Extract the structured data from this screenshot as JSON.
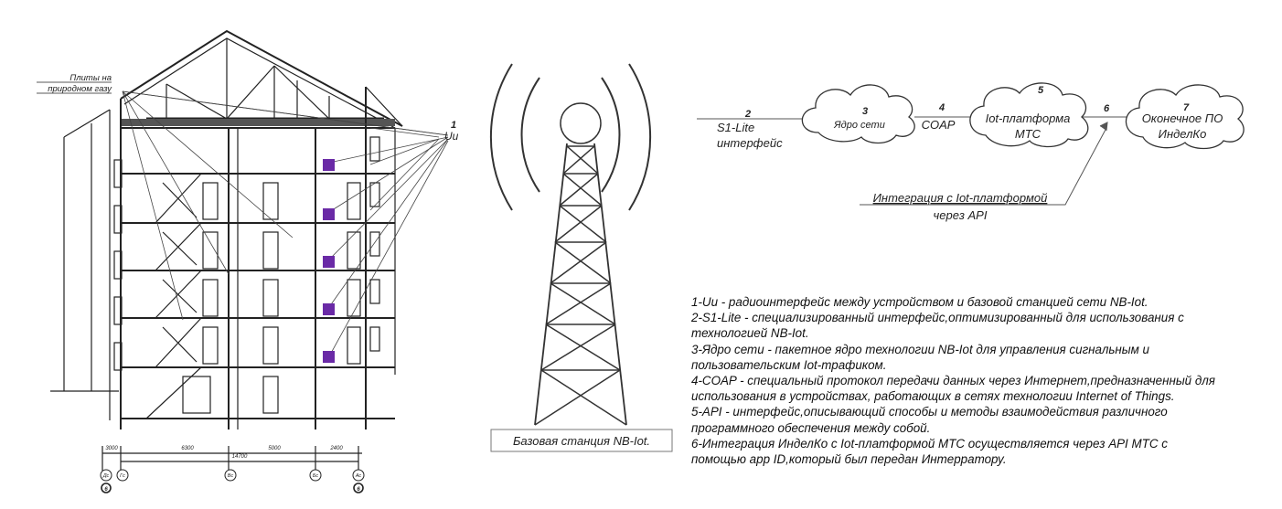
{
  "building": {
    "slab_label_1": "Плиты на",
    "slab_label_2": "природном газу",
    "uu_num": "1",
    "uu_label": "Uu",
    "dims": [
      "3000",
      "6300",
      "5000",
      "2400",
      "14700"
    ],
    "axes": [
      "Дс",
      "Гс",
      "Вс",
      "Бс",
      "Ас"
    ],
    "axes_low": [
      "6",
      "6"
    ]
  },
  "station": {
    "label": "Базовая станция  NB-Iot."
  },
  "network": {
    "n2": "2",
    "s1_line1": "S1-Lite",
    "s1_line2": "интерфейс",
    "n3": "3",
    "core": "Ядро сети",
    "n4": "4",
    "coap": "COAP",
    "n5": "5",
    "platform_line1": "Iot-платформа",
    "platform_line2": "МТС",
    "n6": "6",
    "n7": "7",
    "final_line1": "Оконечное ПО",
    "final_line2": "ИнделКо",
    "integ_line1": "Интеграция с Iot-платформой",
    "integ_line2": "через API"
  },
  "notes": [
    "1-Uu - радиоинтерфейс между устройством и базовой станцией сети NB-Iot.",
    "2-S1-Lite - специализированный интерфейс,оптимизированный для использования с",
    "технологией NB-Iot.",
    "3-Ядро сети - пакетное ядро технологии NB-Iot для управления сигнальным и",
    "пользовательским Iot-трафиком.",
    "4-COAP - специальный протокол передачи данных через Интернет,предназначенный для",
    "использования в устройствах, работающих в сетях технологии Internet of Things.",
    "5-API - интерфейс,описывающий способы и методы взаимодействия различного",
    "программного обеспечения между собой.",
    "6-Интеграция ИнделКо с Iot-платформой МТС осуществляется через API МТС  с",
    "помощью app ID,который был передан Интерратору."
  ]
}
